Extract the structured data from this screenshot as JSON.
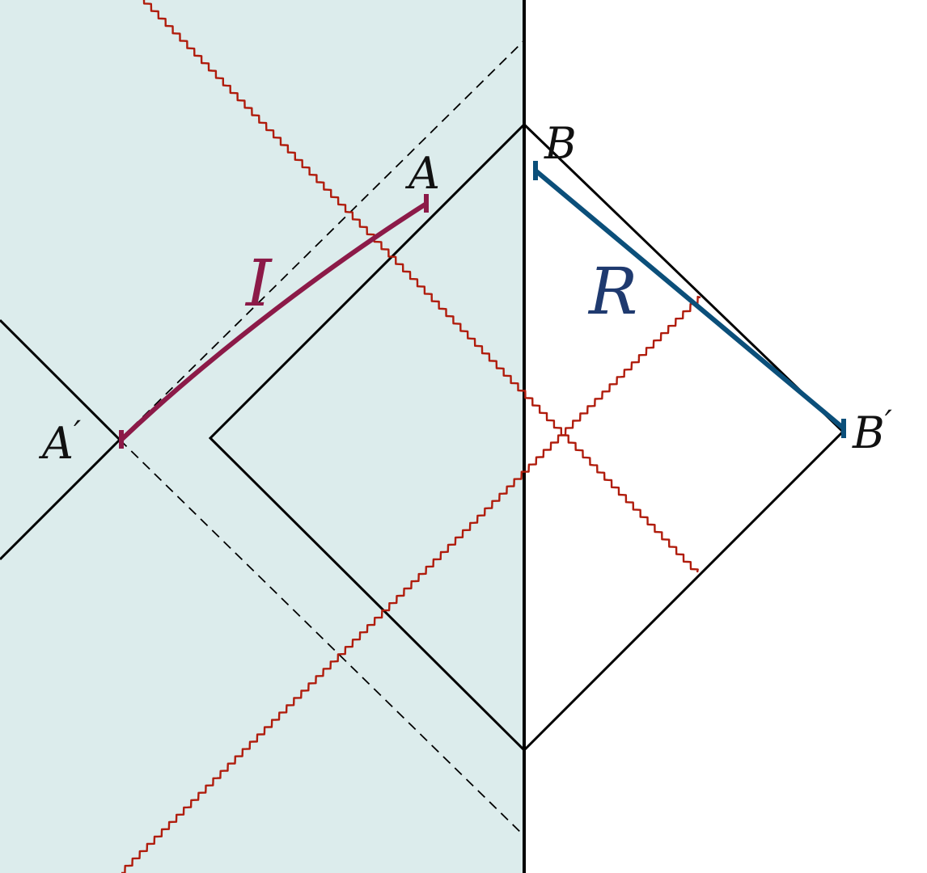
{
  "diagram": {
    "colors": {
      "background": "#ffffff",
      "shaded_region": "#dcecec",
      "boundary": "#000000",
      "wavy_curve": "#b01c0c",
      "island_curve": "#8c1a48",
      "radiation_curve": "#0b4f7a",
      "radiation_label": "#1f3a6f"
    },
    "labels": {
      "point_a": "A",
      "point_a_prime_base": "A",
      "point_a_prime_mark": "′",
      "point_b": "B",
      "point_b_prime_base": "B",
      "point_b_prime_mark": "′",
      "island": "I",
      "radiation": "R"
    },
    "icons": {
      "endpoint_marker": "tick-bar"
    }
  }
}
